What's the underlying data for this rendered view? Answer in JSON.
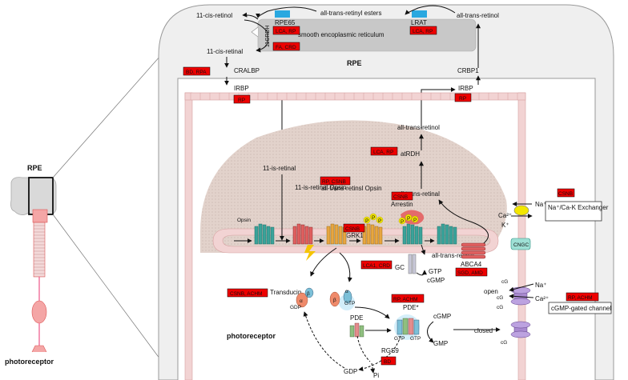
{
  "rpe_cell": {
    "title": "RPE",
    "er_label": "smooth encoplasmic reticulum",
    "enzymes": {
      "rpe65": "RPE65",
      "lrat": "LRAT",
      "rdh": "11CRDH"
    },
    "molecules": {
      "esters": "all-trans-retinyl esters",
      "cis_retinol": "11-cis-retinol",
      "at_retinol": "all-trans-retinol",
      "cis_retinal": "11-cis-retinal",
      "cralbp": "CRALBP",
      "crbp1": "CRBP1",
      "irbp_left": "IRBP",
      "irbp_right": "IRBP"
    }
  },
  "disc": {
    "cis_retinal": "11-is-retinal",
    "opsin_label": "Opsin",
    "cis_opsin": "11-is-retinal Opsin",
    "trans_opsin": "all-trans-retinsl Opsin",
    "arrestin": "Arrestin",
    "grk1": "GRK1",
    "p": "P",
    "at_retinal_in": "all-trans-retinal",
    "at_retinal_out": "all-trans-retinal",
    "at_retinol": "all-trans-retinol",
    "atrdh": "atRDH",
    "abca4": "ABCA4",
    "gc": "GC",
    "gtp": "GTP",
    "cgmp": "cGMP"
  },
  "cascade": {
    "transducin": "Transducin",
    "gdp": "GDP",
    "gtp": "GTP",
    "pde": "PDE",
    "pde_star": "PDE*",
    "gtp_a": "GTP",
    "gtp_b": "GTP",
    "cgmp": "cGMP",
    "gmp": "GMP",
    "rgs9": "RGS9",
    "gdp_bottom": "GDP",
    "pi": "Pi",
    "a": "α",
    "b": "β",
    "g": "γ"
  },
  "membrane": {
    "na_top": "Na⁺",
    "ca_top": "Ca²⁺",
    "k_top": "K⁺",
    "exchanger": "Na⁺/Ca-K Exchanger",
    "cngc": "CNGC",
    "open": "open",
    "closed": "closed",
    "cg1": "cG",
    "cg2": "cG",
    "cg3": "cG",
    "cg4": "cG",
    "na_ch": "Na⁺",
    "ca_ch": "Ca²⁺",
    "cgmp_channel": "cGMP-gated channel"
  },
  "side": {
    "rpe": "RPE",
    "photoreceptor": "photoreceptor"
  },
  "photoreceptor_label": "photoreceptor",
  "disease_tags": {
    "rpe65": "LCA, RP",
    "rdh": "FA, CRD",
    "lrat": "LCA, RP",
    "cralbp": "BD, RPA",
    "irbp_left": "RP",
    "irbp_right": "RP",
    "opsin": "RP, CSNB",
    "arrestin": "CSNB",
    "grk1": "CSNB",
    "exchanger": "CSNB",
    "atrdh": "LCA, RP",
    "gc": "LCA1, CRD",
    "abca4": "SGD, AMD",
    "transducin": "CSNB, ACHM",
    "pde": "RP, ACHM",
    "rgs9": "BD",
    "channel": "RP, ACHM"
  },
  "colors": {
    "cell": "#efefef",
    "er": "#c8c8c8",
    "tag": "#ee0000",
    "enzyme": "#29a8e0",
    "membrane": "#f2d3d3",
    "disc": "#e4cfc8",
    "opsin": "#3aa39a",
    "arrestin": "#e46b6b",
    "phospho": "#f3e600",
    "channel": "#a98ad0"
  }
}
